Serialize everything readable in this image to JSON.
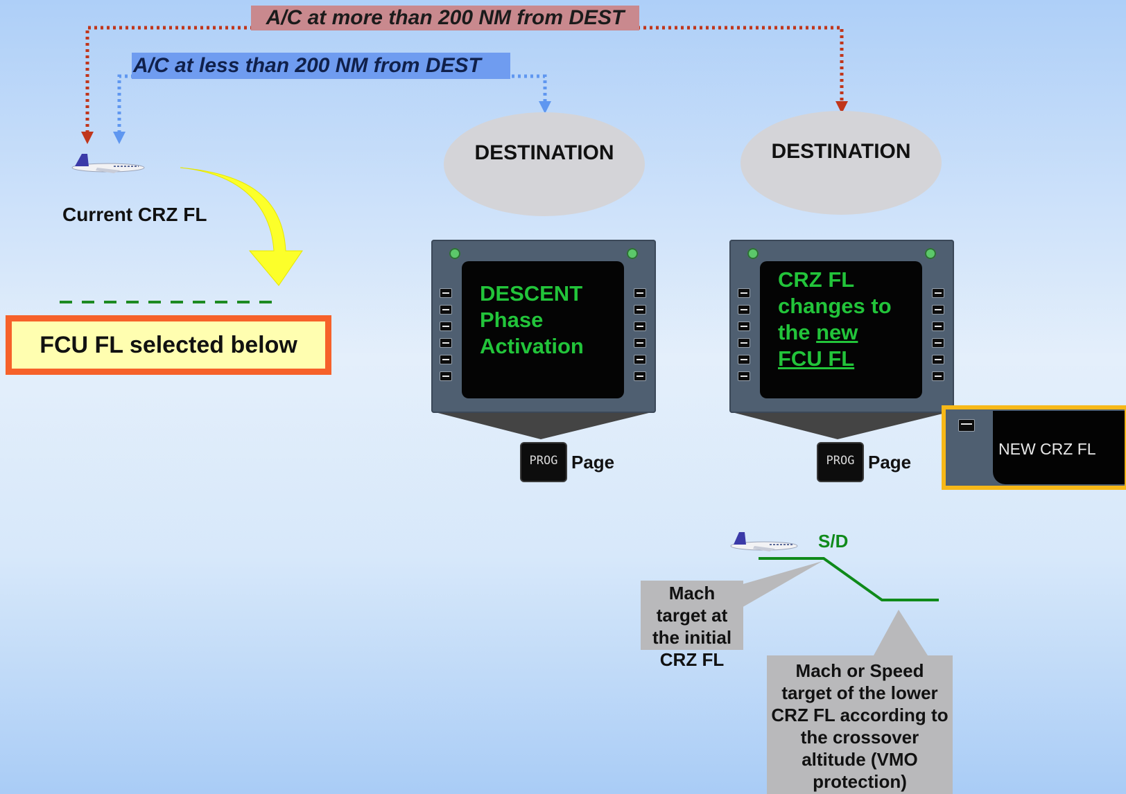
{
  "route_labels": {
    "more_than": "A/C at more than 200 NM from DEST",
    "less_than": "A/C at less than 200 NM from DEST"
  },
  "left_panel": {
    "aircraft_label": "Current CRZ FL",
    "fcu_label": "FCU FL selected below"
  },
  "destinations": [
    {
      "label": "DESTINATION",
      "screen_lines": [
        "DESCENT",
        "Phase",
        "Activation"
      ],
      "key_label": "PROG",
      "page_label": "Page"
    },
    {
      "label": "DESTINATION",
      "screen_lines": [
        "CRZ FL",
        "changes to",
        "the ",
        "new",
        "FCU FL"
      ],
      "key_label": "PROG",
      "page_label": "Page"
    }
  ],
  "zoom": {
    "text": "NEW CRZ FL"
  },
  "profile": {
    "sd_label": "S/D",
    "callout_initial": "Mach target at the initial CRZ FL",
    "callout_lower": "Mach or Speed target of the  lower CRZ FL according to the crossover altitude (VMO protection)"
  },
  "colors": {
    "more_than_arrow": "#c0361c",
    "less_than_arrow": "#5f97f0",
    "screen_green": "#22c43a",
    "fcu_border": "#f6612a",
    "fcu_fill": "#fffeb0",
    "zoom_border": "#f7b818",
    "profile_green": "#0f8a1a",
    "yellow_arrow": "#fcff2a"
  }
}
